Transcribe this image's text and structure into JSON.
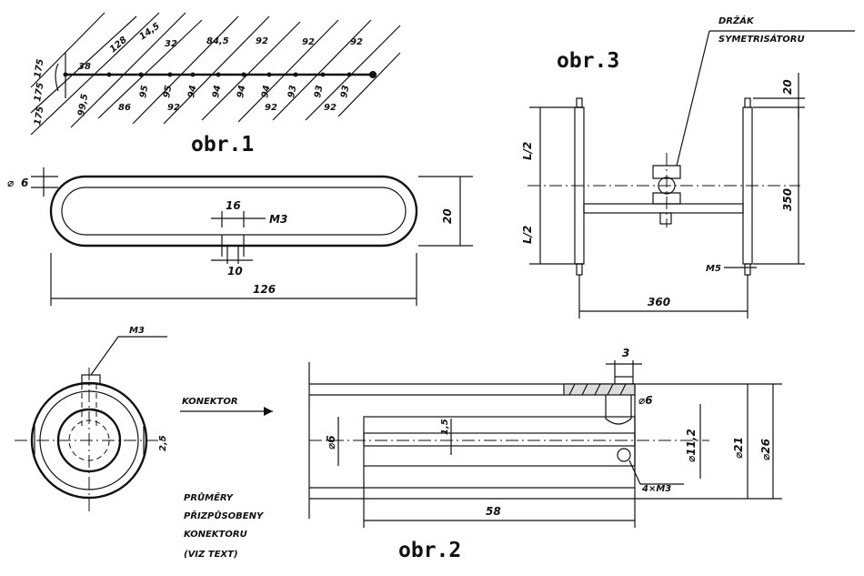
{
  "figures": {
    "fig1": {
      "caption": "obr.1",
      "left_dims": [
        "175",
        "175",
        "175"
      ],
      "top_labels": [
        "38",
        "128",
        "14,5",
        "32",
        "84,5",
        "92",
        "92",
        "92"
      ],
      "bottom_labels_upper": [
        "99,5",
        "95",
        "95",
        "94",
        "94",
        "94",
        "94",
        "93",
        "93",
        "93"
      ],
      "bottom_labels_lower": [
        "86",
        "92",
        "92",
        "92"
      ]
    },
    "loop": {
      "wire_dia": "6",
      "gap": "16",
      "thread": "M3",
      "height": "20",
      "foot": "10",
      "length": "126"
    },
    "fig3": {
      "caption": "obr.3",
      "holder_label_1": "DRŽÁK",
      "holder_label_2": "SYMETRISÁTORU",
      "half_top": "L/2",
      "half_bottom": "L/2",
      "top_dim": "20",
      "height": "350",
      "thread": "M5",
      "width": "360"
    },
    "fig2": {
      "caption": "obr.2",
      "screw": "M3",
      "connector_label": "KONEKTOR",
      "side_dim": "2,5",
      "note_lines": [
        "PRŮMĚRY",
        "PŘIZPŮSOBENY",
        "KONEKTORU",
        "(VIZ TEXT)"
      ],
      "top_dim": "3",
      "hole_dia": "⌀6",
      "inner_dia": "⌀6",
      "slot": "1,5",
      "bore_dia": "⌀11,2",
      "dia_21": "⌀21",
      "dia_26": "⌀26",
      "holes": "4×M3",
      "length": "58"
    }
  }
}
